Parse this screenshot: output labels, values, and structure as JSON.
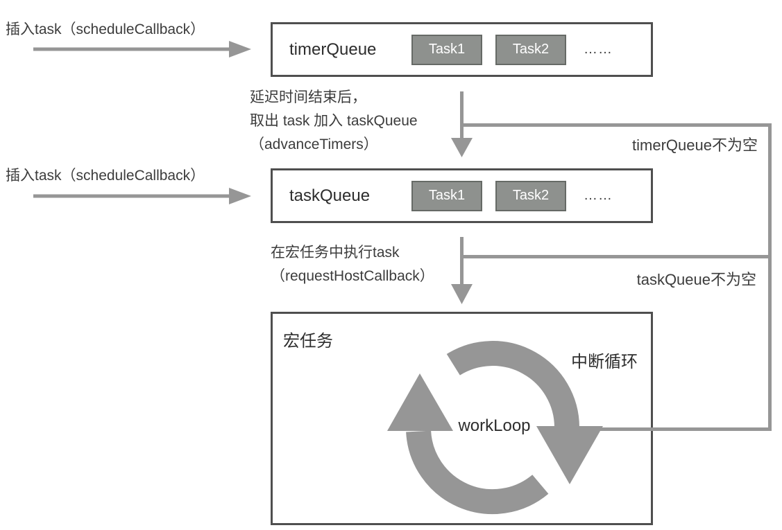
{
  "colors": {
    "line_gray": "#969696",
    "box_border": "#4f4f4f",
    "chip_bg": "#8e918e",
    "chip_border": "#666a66",
    "text_dark": "#3c3c3c"
  },
  "left_labels": {
    "insert_top": "插入task（scheduleCallback）",
    "insert_bottom": "插入task（scheduleCallback）"
  },
  "timer_queue": {
    "title": "timerQueue",
    "tasks": [
      "Task1",
      "Task2"
    ],
    "ellipsis": "……"
  },
  "task_queue": {
    "title": "taskQueue",
    "tasks": [
      "Task1",
      "Task2"
    ],
    "ellipsis": "……"
  },
  "transitions": {
    "advance_line1": "延迟时间结束后，",
    "advance_line2": "取出 task 加入 taskQueue",
    "advance_line3": "（advanceTimers）",
    "request_line1": "在宏任务中执行task",
    "request_line2": "（requestHostCallback）",
    "timer_not_empty": "timerQueue不为空",
    "task_not_empty": "taskQueue不为空"
  },
  "macro_task": {
    "title": "宏任务",
    "interrupt_label": "中断循环",
    "loop_label": "workLoop"
  }
}
